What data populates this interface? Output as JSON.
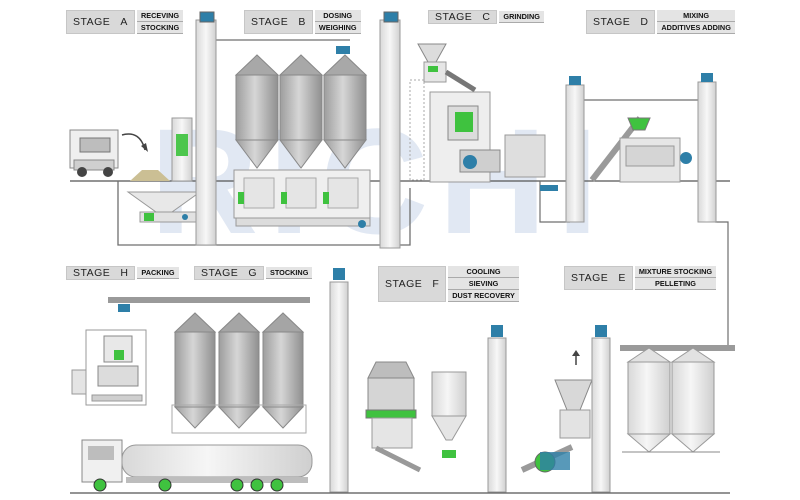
{
  "watermark": "RICHI",
  "stages": [
    {
      "id": "A",
      "label": "STAGE",
      "letter": "A",
      "lines": [
        "RECEVING",
        "STOCKING"
      ]
    },
    {
      "id": "B",
      "label": "STAGE",
      "letter": "B",
      "lines": [
        "DOSING",
        "WEIGHING"
      ]
    },
    {
      "id": "C",
      "label": "STAGE",
      "letter": "C",
      "lines": [
        "GRINDING"
      ]
    },
    {
      "id": "D",
      "label": "STAGE",
      "letter": "D",
      "lines": [
        "MIXING",
        "ADDITIVES ADDING"
      ]
    },
    {
      "id": "H",
      "label": "STAGE",
      "letter": "H",
      "lines": [
        "PACKING"
      ]
    },
    {
      "id": "G",
      "label": "STAGE",
      "letter": "G",
      "lines": [
        "STOCKING"
      ]
    },
    {
      "id": "F",
      "label": "STAGE",
      "letter": "F",
      "lines": [
        "COOLING",
        "SIEVING",
        "DUST RECOVERY"
      ]
    },
    {
      "id": "E",
      "label": "STAGE",
      "letter": "E",
      "lines": [
        "MIXTURE STOCKING",
        "PELLETING"
      ]
    }
  ],
  "colors": {
    "equipment": "#e6e6e6",
    "silo": "#c4c4c4",
    "accent_green": "#3fc23f",
    "motor_blue": "#2e7fa8",
    "line": "#6f6f6f"
  },
  "icons": [
    "truck-icon",
    "silo-icon",
    "bucket-elevator-icon",
    "hammer-mill-icon",
    "mixer-icon",
    "pellet-mill-icon",
    "cooler-icon",
    "tanker-truck-icon",
    "packing-machine-icon"
  ]
}
